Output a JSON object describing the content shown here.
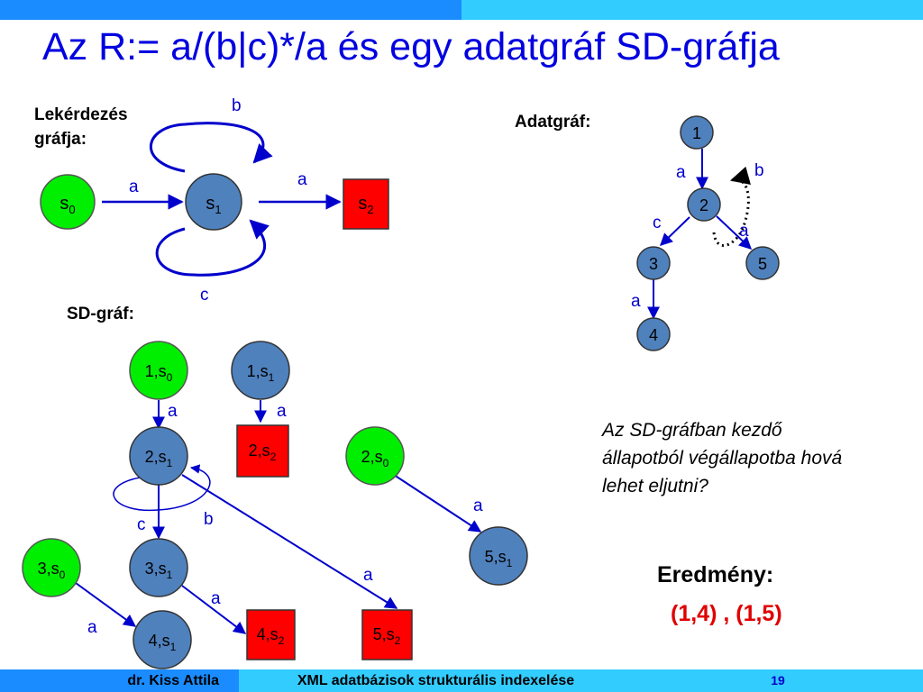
{
  "slide": {
    "title": "Az R:= a/(b|c)*/a és egy adatgráf SD-gráfja",
    "query_label": "Lekérdezés gráfja:",
    "data_label": "Adatgráf:",
    "sd_label": "SD-gráf:",
    "question": "Az SD-gráfban kezdő állapotból végállapotba hová lehet eljutni?",
    "result_label": "Eredmény:",
    "result_value": "(1,4) , (1,5)"
  },
  "colors": {
    "node_blue": "#4f81bd",
    "start_green": "#00ee00",
    "final_red": "#ff0000",
    "edge_blue": "#0000cc",
    "title_blue": "#0000e0",
    "result_red": "#e00000"
  },
  "query_graph": {
    "nodes": [
      {
        "id": "s0",
        "base": "s",
        "sub": "0",
        "kind": "start"
      },
      {
        "id": "s1",
        "base": "s",
        "sub": "1",
        "kind": "normal"
      },
      {
        "id": "s2",
        "base": "s",
        "sub": "2",
        "kind": "final"
      }
    ],
    "edges": [
      {
        "from": "s0",
        "to": "s1",
        "label": "a"
      },
      {
        "from": "s1",
        "to": "s1",
        "label": "b"
      },
      {
        "from": "s1",
        "to": "s1",
        "label": "c"
      },
      {
        "from": "s1",
        "to": "s2",
        "label": "a"
      }
    ]
  },
  "data_graph": {
    "nodes": [
      {
        "id": "1",
        "label": "1"
      },
      {
        "id": "2",
        "label": "2"
      },
      {
        "id": "3",
        "label": "3"
      },
      {
        "id": "4",
        "label": "4"
      },
      {
        "id": "5",
        "label": "5"
      }
    ],
    "edges": [
      {
        "from": "1",
        "to": "2",
        "label": "a"
      },
      {
        "from": "2",
        "to": "2",
        "label": "b",
        "style": "dotted"
      },
      {
        "from": "2",
        "to": "3",
        "label": "c"
      },
      {
        "from": "2",
        "to": "5",
        "label": "a"
      },
      {
        "from": "3",
        "to": "4",
        "label": "a"
      }
    ]
  },
  "sd_graph": {
    "nodes": [
      {
        "id": "1s0",
        "base": "1,s",
        "sub": "0",
        "kind": "start"
      },
      {
        "id": "1s1",
        "base": "1,s",
        "sub": "1",
        "kind": "normal"
      },
      {
        "id": "2s1",
        "base": "2,s",
        "sub": "1",
        "kind": "normal"
      },
      {
        "id": "2s2",
        "base": "2,s",
        "sub": "2",
        "kind": "final"
      },
      {
        "id": "2s0",
        "base": "2,s",
        "sub": "0",
        "kind": "start"
      },
      {
        "id": "3s0",
        "base": "3,s",
        "sub": "0",
        "kind": "start"
      },
      {
        "id": "3s1",
        "base": "3,s",
        "sub": "1",
        "kind": "normal"
      },
      {
        "id": "4s1",
        "base": "4,s",
        "sub": "1",
        "kind": "normal"
      },
      {
        "id": "4s2",
        "base": "4,s",
        "sub": "2",
        "kind": "final"
      },
      {
        "id": "5s2",
        "base": "5,s",
        "sub": "2",
        "kind": "final"
      },
      {
        "id": "5s1",
        "base": "5,s",
        "sub": "1",
        "kind": "normal"
      }
    ],
    "edges": [
      {
        "from": "1s0",
        "to": "2s1",
        "label": "a"
      },
      {
        "from": "1s1",
        "to": "2s2",
        "label": "a"
      },
      {
        "from": "2s1",
        "to": "2s1",
        "label": "b"
      },
      {
        "from": "2s1",
        "to": "3s1",
        "label": "c"
      },
      {
        "from": "2s1",
        "to": "5s2",
        "label": "a"
      },
      {
        "from": "2s0",
        "to": "5s1",
        "label": "a"
      },
      {
        "from": "3s0",
        "to": "4s1",
        "label": "a"
      },
      {
        "from": "3s1",
        "to": "4s2",
        "label": "a"
      }
    ]
  },
  "footer": {
    "author": "dr. Kiss Attila",
    "course": "XML adatbázisok strukturális indexelése",
    "page": "19"
  }
}
